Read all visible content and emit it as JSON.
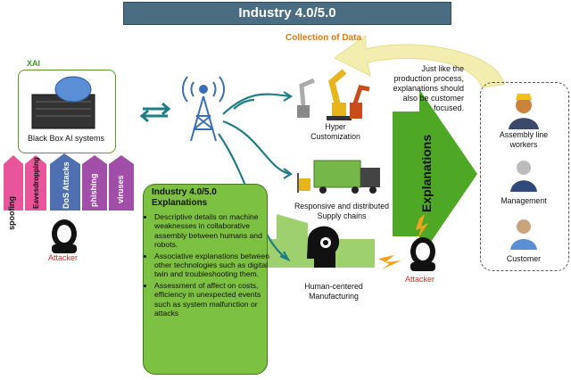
{
  "title": "Industry 4.0/5.0",
  "xai": {
    "label": "XAI",
    "caption": "Black Box AI systems"
  },
  "attacks": [
    "spoofing",
    "Eavesdropping",
    "DoS Attacks",
    "phishing",
    "viruses"
  ],
  "attacker_label": "Attacker",
  "collection_label": "Collection of Data",
  "quote": "Just like the production process, explanations should also be customer focused.",
  "explanations_label": "Explanations",
  "pane": {
    "title": "Industry 4.0/5.0 Explanations",
    "bullets": [
      "Descriptive details on machine weaknesses in collaborative assembly between humans and robots.",
      "Associative explanations between other technologies such as digital twin and troubleshooting them.",
      "Assessment of affect on costs, efficiency in unexpected events such as system malfunction or attacks"
    ]
  },
  "industry_nodes": {
    "hyper": "Hyper Customization",
    "supply": "Responsive and distributed Supply chains",
    "human": "Human-centered Manufacturing"
  },
  "people": {
    "assembly": "Assembly line workers",
    "management": "Management",
    "customer": "Customer"
  },
  "colors": {
    "title_bg": "#4a6d82",
    "green": "#7dc142",
    "arrow_teal": "#1f7d86",
    "attack_pink": "#e8559a",
    "attacker_red": "#d8282a",
    "collection_orange": "#d77a18"
  }
}
